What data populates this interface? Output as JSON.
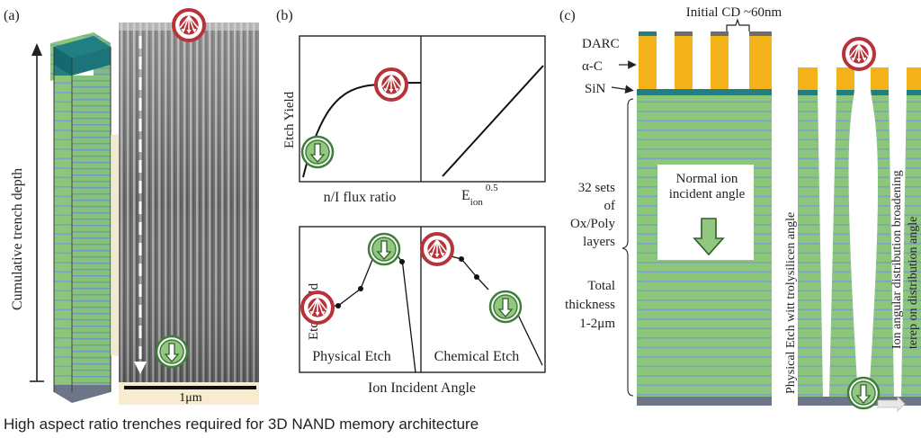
{
  "panel_a": {
    "label": "(a)",
    "depth_label": "Cumulative trench depth",
    "scale_label": "1μm"
  },
  "panel_b": {
    "label": "(b)",
    "top_ylabel": "Etch Yield",
    "top_left_xlabel": "n/I flux ratio",
    "top_right_xlabel_main": "E",
    "top_right_xlabel_sub": "ion",
    "top_right_xlabel_sup": "0.5",
    "bottom_ylabel": "Etch Yield",
    "bottom_left_label": "Physical Etch",
    "bottom_right_label": "Chemical Etch",
    "bottom_xlabel": "Ion Incident Angle"
  },
  "panel_c": {
    "label": "(c)",
    "cd_label": "Initial CD ~60nm",
    "darc_label": "DARC",
    "ac_label": "α-C",
    "sin_label": "SiN",
    "stack_label_lines": [
      "32 sets",
      "of",
      "Ox/Poly",
      "layers"
    ],
    "thickness_lines": [
      "Total",
      "thickness",
      "1-2μm"
    ],
    "normal_ion_lines": [
      "Normal ion",
      "incident angle"
    ],
    "vertical_label_1": "Physical Etch witt trolysilicen angle",
    "vertical_label_2_lines": [
      "Ion angular distribution broadening",
      "terep on distribution angle"
    ]
  },
  "caption": "High aspect ratio trenches required for 3D NAND memory architecture",
  "colors": {
    "green_layer": "#8cc67a",
    "blue_stripe": "#7ba2c4",
    "teal_top": "#1f7f84",
    "orange_mask": "#f3b21a",
    "ion_red": "#b8323a",
    "radical_green": "#92c77f"
  }
}
